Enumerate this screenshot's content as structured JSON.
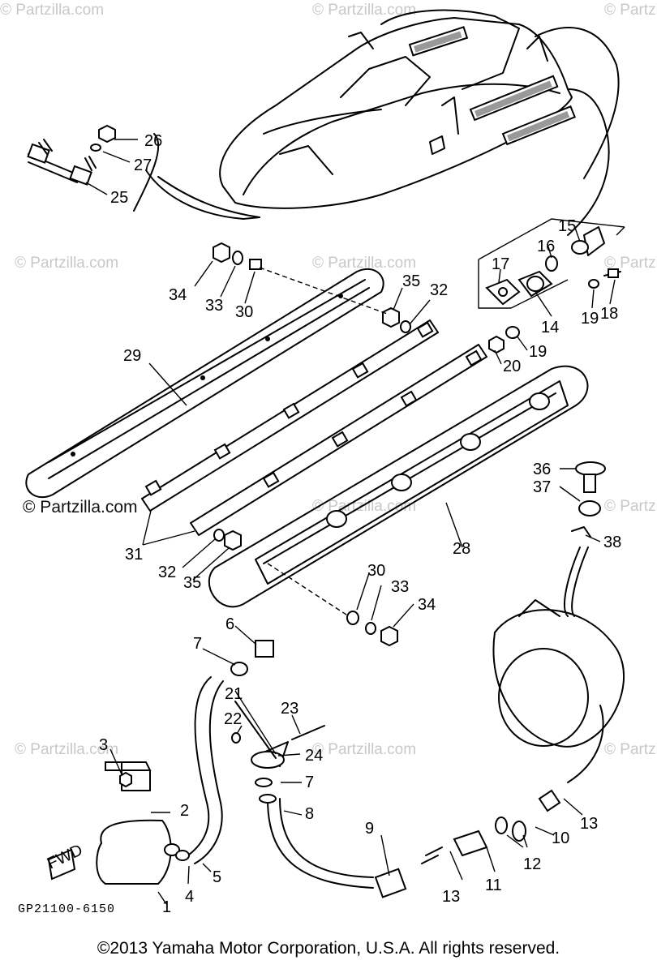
{
  "watermark": "© Partzilla.com",
  "diagram_code": "GP21100-6150",
  "fwd_label": "FWD",
  "copyright": "©2013 Yamaha Motor Corporation, U.S.A. All rights reserved.",
  "callouts": [
    "1",
    "2",
    "3",
    "4",
    "5",
    "6",
    "7",
    "8",
    "9",
    "10",
    "11",
    "12",
    "13",
    "14",
    "15",
    "16",
    "17",
    "18",
    "19",
    "20",
    "21",
    "22",
    "23",
    "24",
    "25",
    "26",
    "27",
    "28",
    "29",
    "30",
    "31",
    "32",
    "33",
    "34",
    "35",
    "36",
    "37",
    "38"
  ]
}
